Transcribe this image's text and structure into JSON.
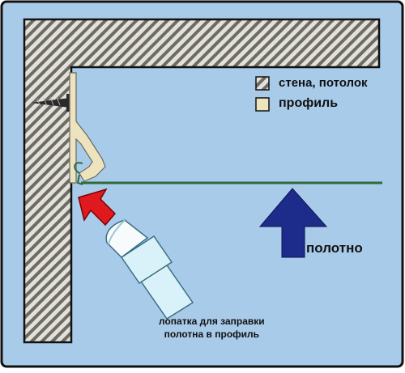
{
  "colors": {
    "background": "#a9cbea",
    "frame": "#111111",
    "hatch_light": "#e2e2dc",
    "hatch_dark": "#6f6a62",
    "profile": "#ede4bf",
    "profile_stroke": "#6a6a60",
    "canvas_line": "#2f6a3a",
    "red_arrow": "#e0191e",
    "blue_arrow": "#1d2b8a",
    "tool_light": "#d9f1f8",
    "tool_white": "#f8fbfc",
    "screw": "#2a2a2a"
  },
  "legend": {
    "wall_ceiling": "стена, потолок",
    "profile": "профиль"
  },
  "labels": {
    "canvas": "полотно",
    "tool_line1": "лопатка для заправки",
    "tool_line2": "полотна в профиль"
  },
  "icons": {
    "screw": "screw-icon",
    "push_arrow": "red-arrow-icon",
    "direction_arrow": "blue-arrow-icon",
    "spatula": "spatula-icon"
  }
}
